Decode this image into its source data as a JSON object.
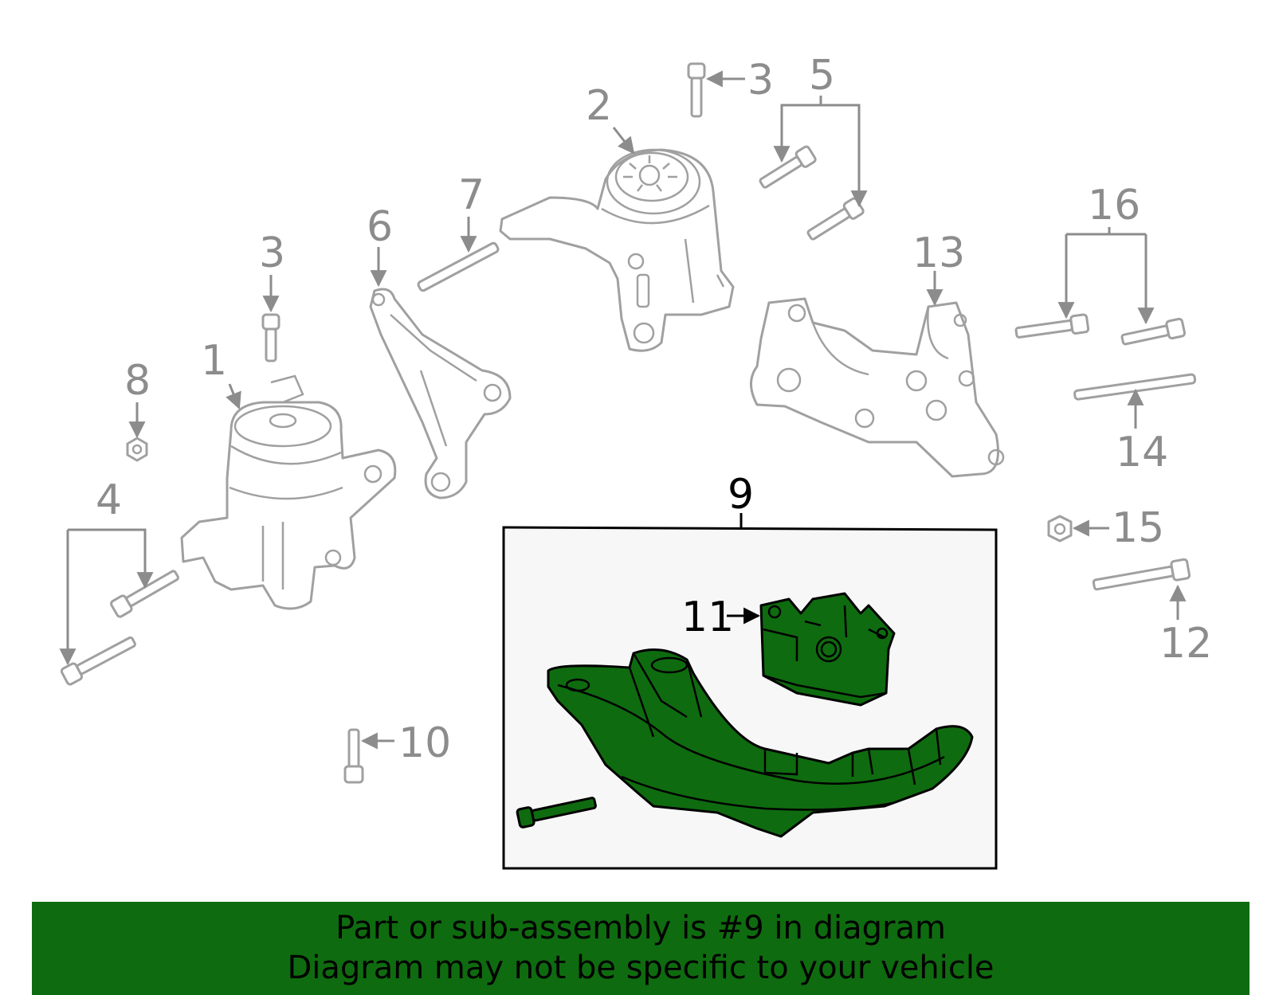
{
  "callouts": {
    "c1": "1",
    "c2": "2",
    "c3a": "3",
    "c3b": "3",
    "c4": "4",
    "c5": "5",
    "c6": "6",
    "c7": "7",
    "c8": "8",
    "c9": "9",
    "c10": "10",
    "c11": "11",
    "c12": "12",
    "c13": "13",
    "c14": "14",
    "c15": "15",
    "c16": "16"
  },
  "highlighted_part": "9",
  "colors": {
    "highlight": "#0f6b0f",
    "line_art": "#a0a0a0",
    "callout_gray": "#8c8c8c",
    "inset_bg": "#f7f7f7"
  },
  "banner": {
    "line1": "Part or sub-assembly is #9 in diagram",
    "line2": "Diagram may not be specific to your vehicle"
  }
}
